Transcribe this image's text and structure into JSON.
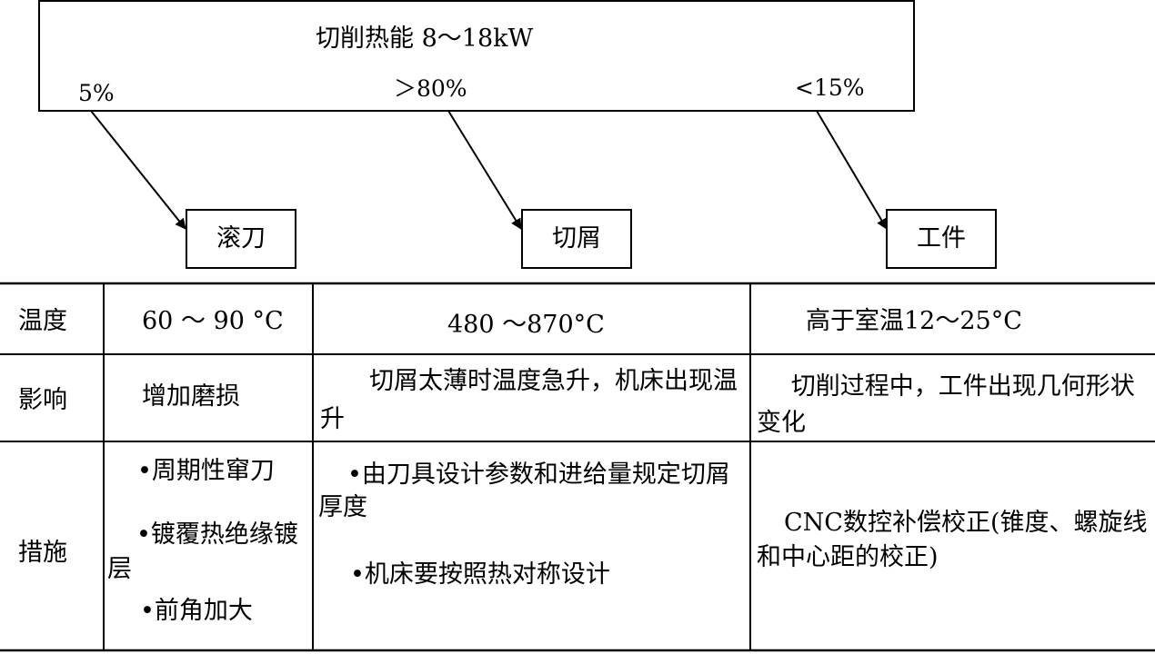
{
  "source": {
    "title": "切削热能 8～18kW",
    "shares": {
      "hob": "5%",
      "chip": "＞80%",
      "workpiece": "<15%"
    }
  },
  "targets": {
    "hob": "滚刀",
    "chip": "切屑",
    "workpiece": "工件"
  },
  "table": {
    "rows": [
      {
        "label": "温度",
        "hob": "60 ～ 90 °C",
        "chip": "480 ～870°C",
        "workpiece": "高于室温12～25°C"
      },
      {
        "label": "影响",
        "hob": "增加磨损",
        "chip": "切屑太薄时温度急升，机床出现温升",
        "workpiece": "切削过程中，工件出现几何形状变化"
      },
      {
        "label": "措施",
        "hob": [
          "•周期性窜刀",
          "•镀覆热绝缘镀层",
          "•前角加大"
        ],
        "chip": [
          "•由刀具设计参数和进给量规定切屑厚度",
          "•机床要按照热对称设计"
        ],
        "workpiece": "CNC数控补偿校正(锥度、螺旋线和中心距的校正)"
      }
    ]
  }
}
